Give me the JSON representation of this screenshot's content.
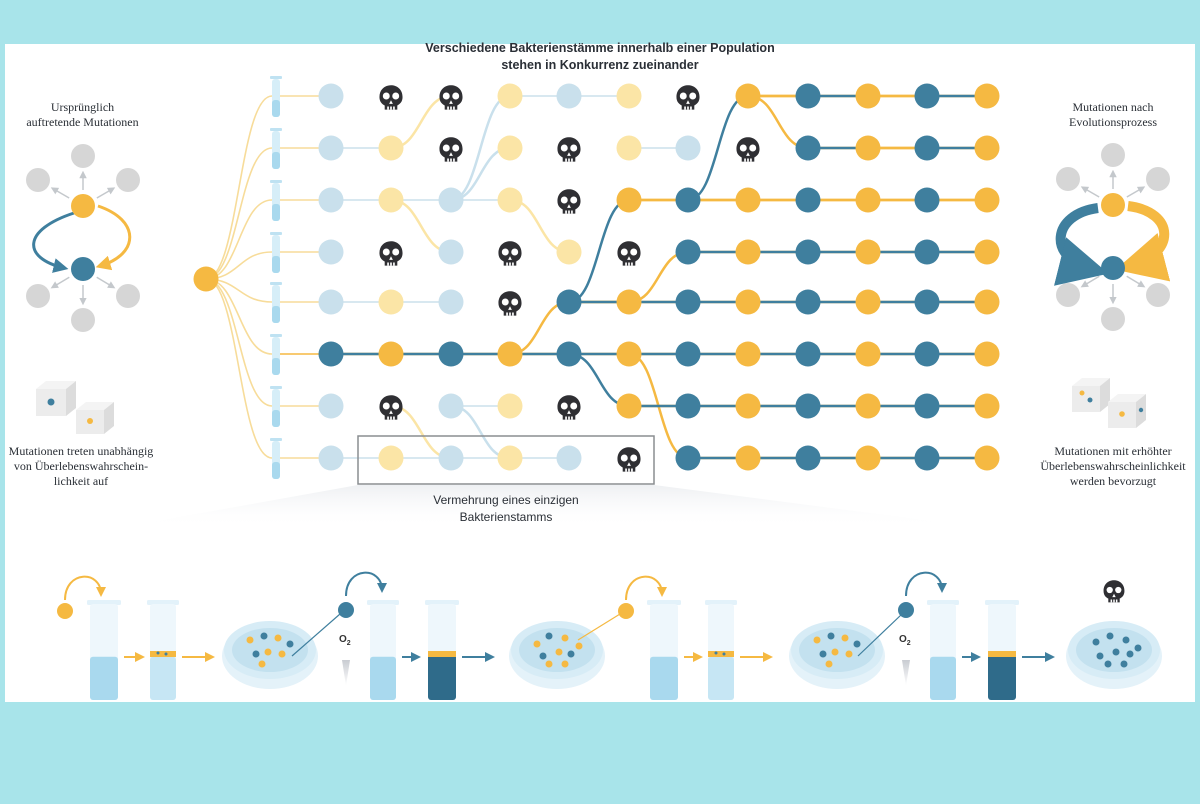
{
  "title": {
    "line1": "Verschiedene Bakterienstämme innerhalb einer Population",
    "line2": "stehen in Konkurrenz zueinander"
  },
  "left": {
    "heading_line1": "Ursprünglich",
    "heading_line2": "auftretende Mutationen",
    "caption_line1": "Mutationen treten unabhängig",
    "caption_line2": "von Überlebenswahrschein-",
    "caption_line3": "lichkeit auf"
  },
  "right": {
    "heading_line1": "Mutationen nach",
    "heading_line2": "Evolutionsprozess",
    "caption_line1": "Mutationen mit erhöhter",
    "caption_line2": "Überlebenswahrscheinlichkeit",
    "caption_line3": "werden bevorzugt"
  },
  "callout": {
    "line1": "Vermehrung eines einzigen",
    "line2": "Bakterienstamms"
  },
  "bottom": {
    "oxygen_label": "O",
    "oxygen_sub": "2"
  },
  "colors": {
    "yellow": "#f5b942",
    "blue": "#3f7f9e",
    "pale_yellow": "#fbe5a6",
    "pale_blue": "#c9e0ec",
    "gray": "#d6d6d6",
    "skull": "#2f2f33",
    "background": "#a8e4ea"
  },
  "grid": {
    "rows": [
      [
        "pb",
        "K",
        "K",
        "py",
        "pb",
        "py",
        "K",
        "Y",
        "B",
        "Y",
        "B",
        "Y"
      ],
      [
        "pb",
        "py",
        "K",
        "py",
        "K",
        "py",
        "pb",
        "K",
        "B",
        "Y",
        "B",
        "Y"
      ],
      [
        "pb",
        "py",
        "pb",
        "py",
        "K",
        "Y",
        "B",
        "Y",
        "B",
        "Y",
        "B",
        "Y"
      ],
      [
        "pb",
        "K",
        "pb",
        "K",
        "py",
        "K",
        "B",
        "Y",
        "B",
        "Y",
        "B",
        "Y"
      ],
      [
        "pb",
        "py",
        "pb",
        "K",
        "B",
        "Y",
        "B",
        "Y",
        "B",
        "Y",
        "B",
        "Y"
      ],
      [
        "B",
        "Y",
        "B",
        "Y",
        "B",
        "Y",
        "B",
        "Y",
        "B",
        "Y",
        "B",
        "Y"
      ],
      [
        "pb",
        "K",
        "pb",
        "py",
        "K",
        "Y",
        "B",
        "Y",
        "B",
        "Y",
        "B",
        "Y"
      ],
      [
        "pb",
        "py",
        "pb",
        "py",
        "pb",
        "K",
        "B",
        "Y",
        "B",
        "Y",
        "B",
        "Y"
      ]
    ],
    "legend": {
      "Y": "yellow strain",
      "B": "blue strain",
      "py": "pale yellow strain",
      "pb": "pale blue strain",
      "K": "skull (died out)"
    }
  },
  "icons": {
    "skull": "skull-icon",
    "test_tube": "test-tube-icon",
    "petri_dish": "petri-dish-icon",
    "dice": "dice-icon",
    "oxygen_arrow": "arrow-down-icon"
  }
}
